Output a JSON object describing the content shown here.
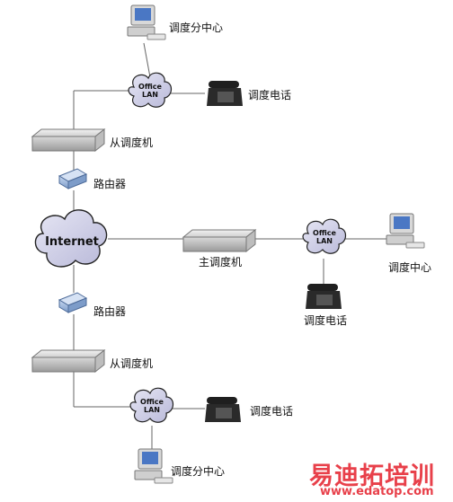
{
  "diagram": {
    "nodes": {
      "top_pc": "调度分中心",
      "top_lan": [
        "Office",
        "LAN"
      ],
      "top_phone": "调度电话",
      "top_slave": "从调度机",
      "top_router": "路由器",
      "internet": "Internet",
      "master": "主调度机",
      "right_lan": [
        "Office",
        "LAN"
      ],
      "right_pc": "调度中心",
      "right_phone": "调度电话",
      "bottom_router": "路由器",
      "bottom_slave": "从调度机",
      "bottom_lan": [
        "Office",
        "LAN"
      ],
      "bottom_phone": "调度电话",
      "bottom_pc": "调度分中心"
    },
    "colors": {
      "cloud_fill": "#d4d4ea",
      "cloud_stroke": "#222222",
      "device_body": "#d6d6d6",
      "router_body": "#9eb9dd",
      "phone_body": "#2a2a2a",
      "screen": "#4a77c4",
      "wire": "#666666"
    }
  },
  "watermark": {
    "cn": "易迪拓培训",
    "url": "www.edatop.com"
  }
}
